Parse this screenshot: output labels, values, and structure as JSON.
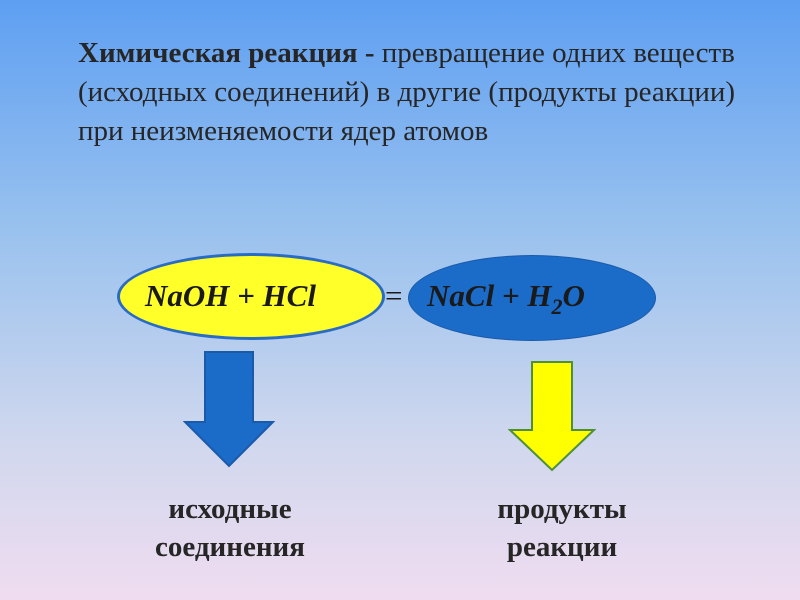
{
  "definition": {
    "term": "Химическая реакция - ",
    "text": " превращение одних веществ (исходных соединений) в другие (продукты реакции) при неизменяемости ядер атомов"
  },
  "equation": {
    "reactants": "NaOH + HCl",
    "equals": "=",
    "products_main": "NaCl + H",
    "products_sub": "2",
    "products_tail": "O"
  },
  "captions": {
    "reactants_line1": "исходные",
    "reactants_line2": "соединения",
    "products_line1": "продукты",
    "products_line2": "реакции"
  },
  "colors": {
    "reactants_fill": "#ffff2a",
    "products_fill": "#1b6bc9",
    "left_arrow": "#1b6bc9",
    "right_arrow": "#ffff00"
  }
}
